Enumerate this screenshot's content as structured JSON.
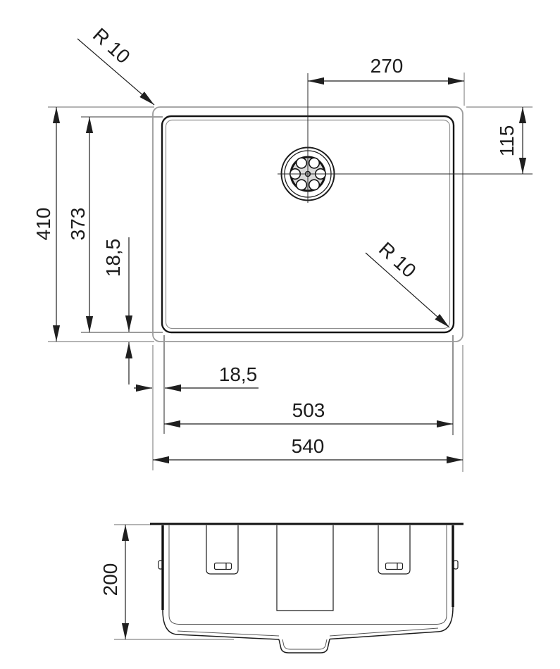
{
  "drawing": {
    "kind": "sink-installation-drawing",
    "top_view": {
      "radius_top_left": "R 10",
      "radius_bottom_right": "R 10",
      "dim_drain_horizontal": "270",
      "dim_drain_vertical": "115",
      "dim_overall_depth": "410",
      "dim_bowl_depth": "373",
      "dim_rim_vertical": "18,5",
      "dim_rim_horizontal": "18,5",
      "dim_bowl_width": "503",
      "dim_overall_width": "540"
    },
    "side_view": {
      "dim_height": "200"
    }
  },
  "colors": {
    "line_dark": "#1f1f1f",
    "line_gray": "#9b9b9b",
    "background": "#ffffff"
  }
}
